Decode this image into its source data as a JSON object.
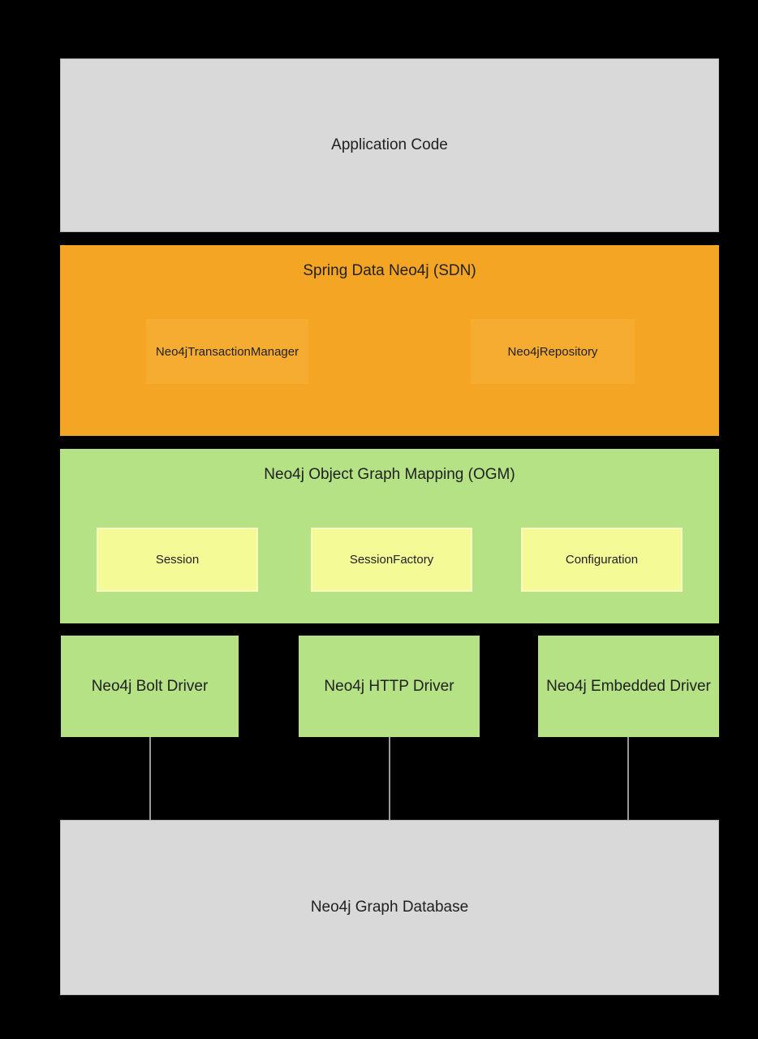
{
  "diagram": {
    "description": "Neo4j Spring Data / OGM architecture stack diagram",
    "layers": {
      "application": {
        "label": "Application Code"
      },
      "sdn": {
        "label": "Spring Data Neo4j (SDN)",
        "components": [
          {
            "label": "Neo4jTransactionManager"
          },
          {
            "label": "Neo4jRepository"
          }
        ]
      },
      "ogm": {
        "label": "Neo4j Object Graph Mapping (OGM)",
        "components": [
          {
            "label": "Session"
          },
          {
            "label": "SessionFactory"
          },
          {
            "label": "Configuration"
          }
        ]
      },
      "drivers": [
        {
          "label": "Neo4j Bolt Driver"
        },
        {
          "label": "Neo4j HTTP Driver"
        },
        {
          "label": "Neo4j Embedded Driver"
        }
      ],
      "database": {
        "label": "Neo4j Graph Database"
      }
    },
    "colors": {
      "background": "#000000",
      "neutral_box_fill": "#d9d9d9",
      "neutral_box_border": "#b7b7b7",
      "sdn_fill": "#f5a524",
      "sdn_component_fill": "#f6ab31",
      "green_fill": "#b4e284",
      "yellow_fill": "#f3fa96",
      "yellow_border": "#fbfdc0",
      "connector_line": "#999999",
      "text": "#212121"
    }
  }
}
